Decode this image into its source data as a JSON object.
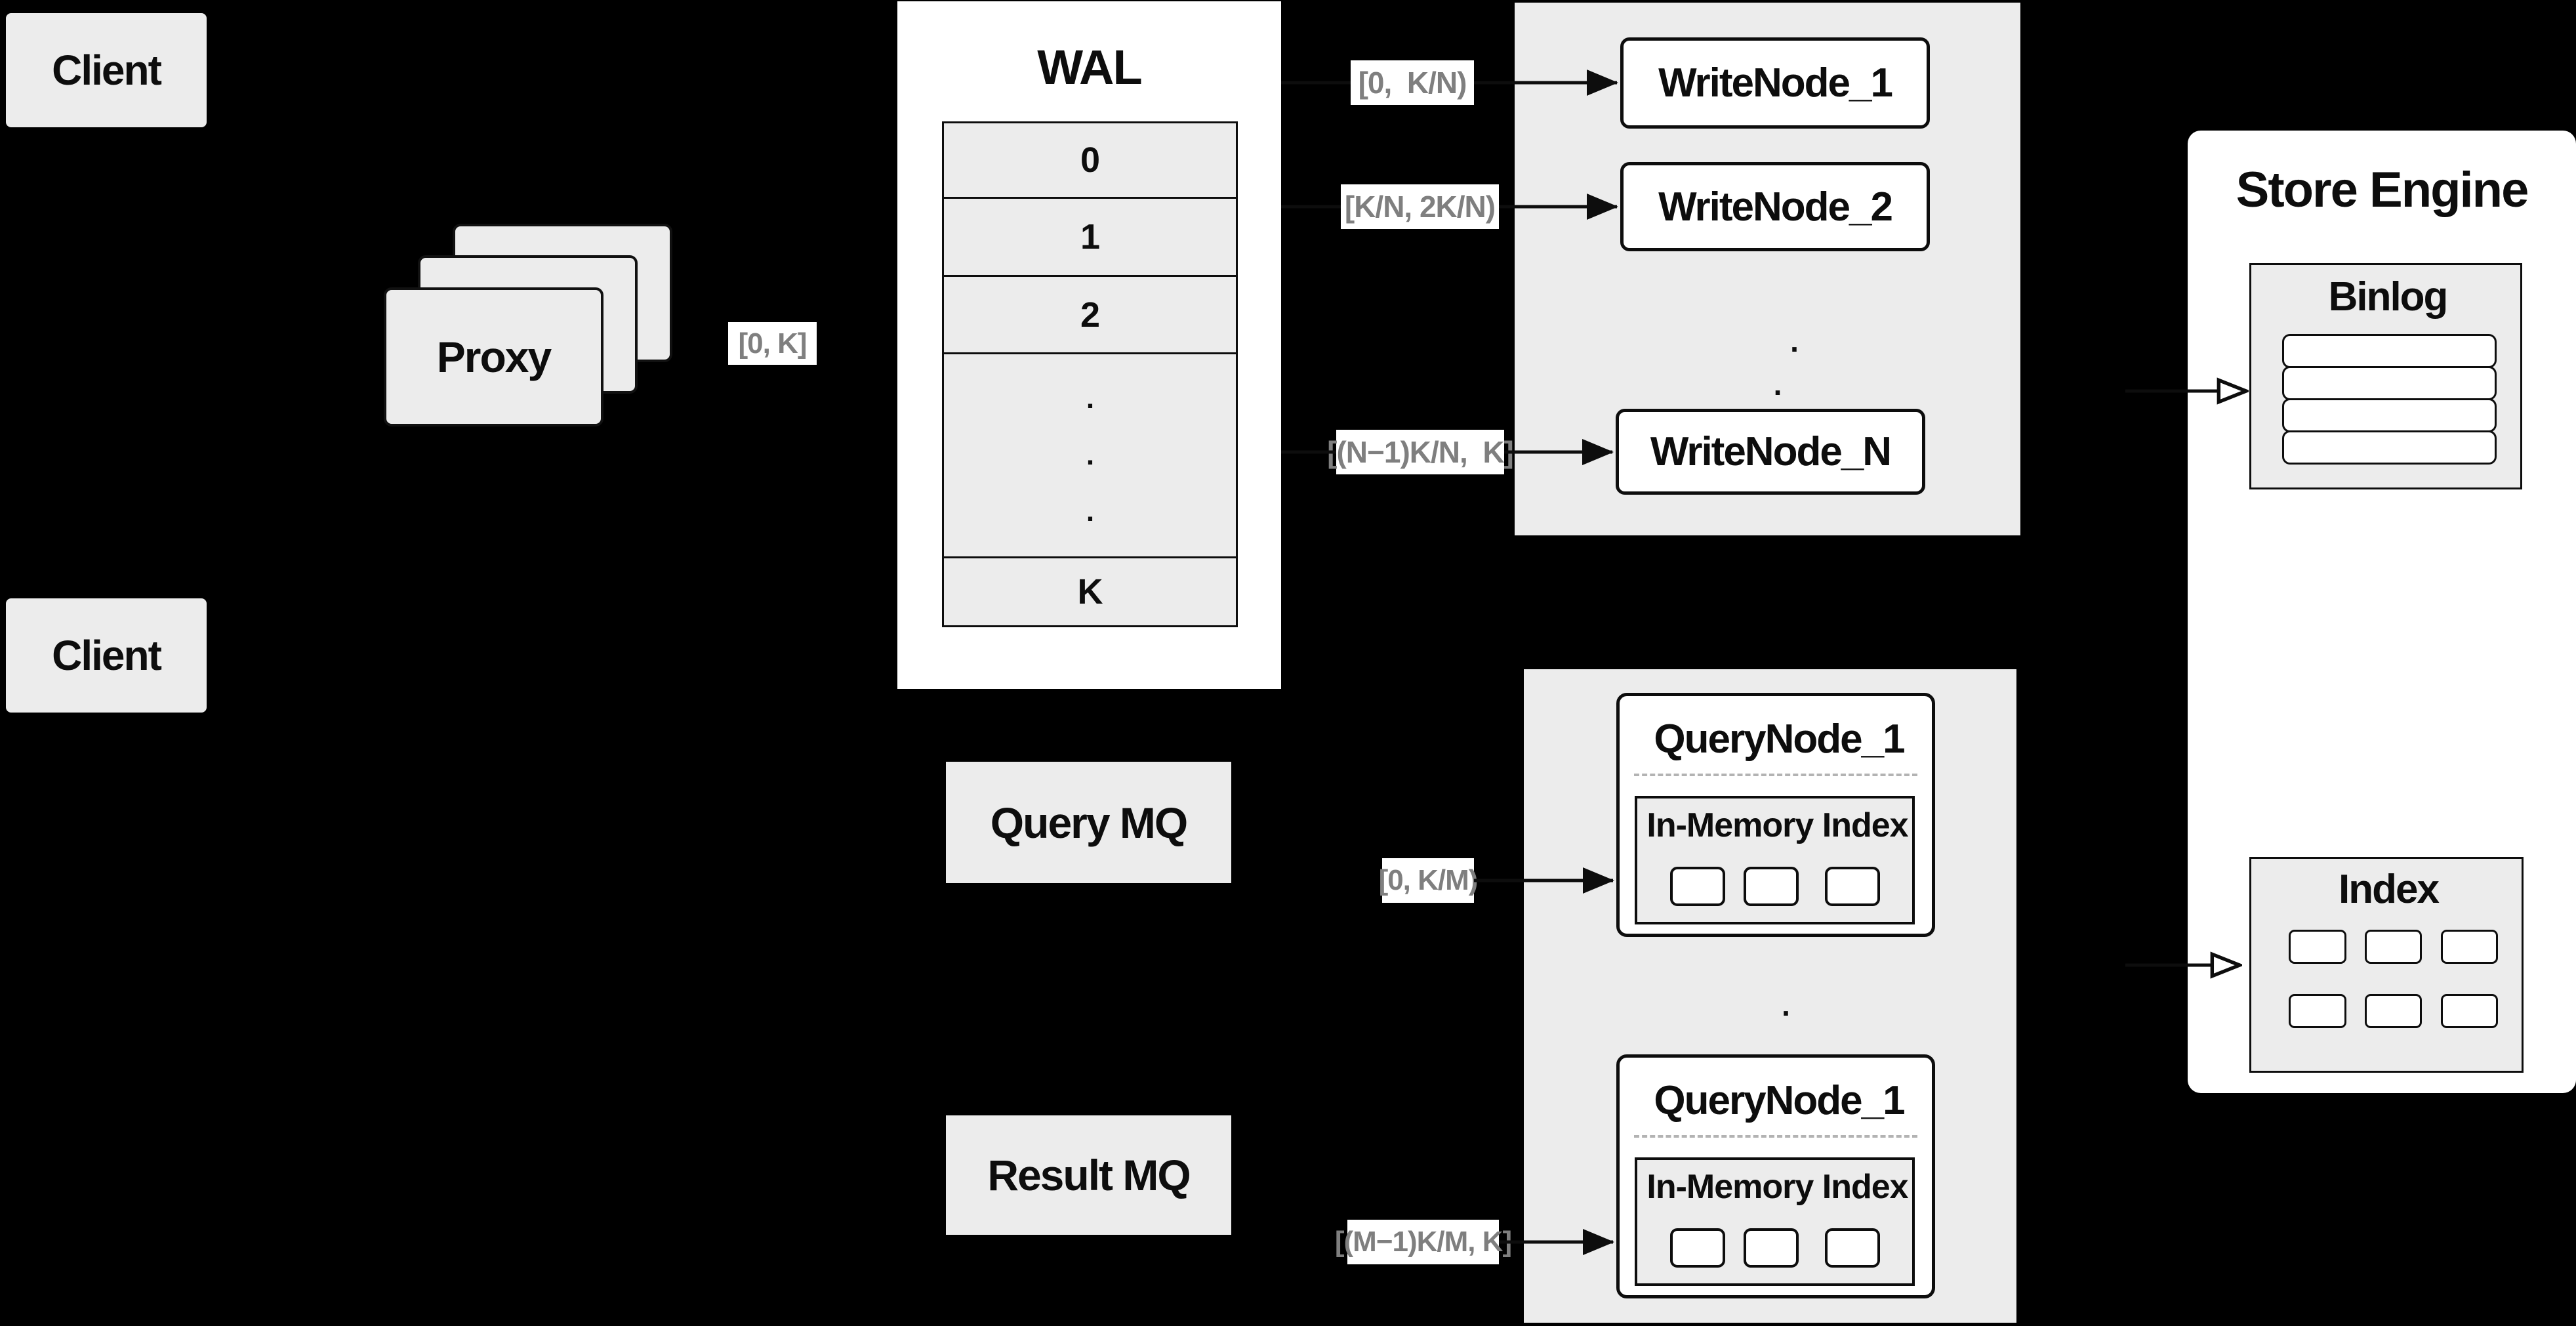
{
  "colors": {
    "background": "#000000",
    "panel_gray": "#ececec",
    "box_white": "#ffffff",
    "line_black": "#0d0d0d",
    "range_label_gray": "#7f7f7f",
    "dashed_divider": "#b3b3b3"
  },
  "clients": {
    "top_label": "Client",
    "bottom_label": "Client"
  },
  "proxy": {
    "label": "Proxy",
    "range_label": "[0, K]"
  },
  "wal": {
    "title": "WAL",
    "rows": [
      "0",
      "1",
      "2",
      "K"
    ],
    "dots": ".\n.\n.",
    "range_labels": [
      "[0,  K/N)",
      "[K/N, 2K/N)",
      "[(N−1)K/N,  K]"
    ]
  },
  "write_nodes": {
    "items": [
      "WriteNode_1",
      "WriteNode_2",
      "WriteNode_N"
    ],
    "dots": ".\n.\n."
  },
  "mq": {
    "query_label": "Query MQ",
    "result_label": "Result MQ",
    "range_labels": [
      "[0, K/M)",
      "[(M−1)K/M, K]"
    ]
  },
  "query_nodes": {
    "items": [
      {
        "title": "QueryNode_1",
        "inmem_title": "In-Memory Index"
      },
      {
        "title": "QueryNode_1",
        "inmem_title": "In-Memory Index"
      }
    ],
    "dots": ".\n.\n."
  },
  "store": {
    "title": "Store Engine",
    "binlog_title": "Binlog",
    "index_title": "Index"
  }
}
